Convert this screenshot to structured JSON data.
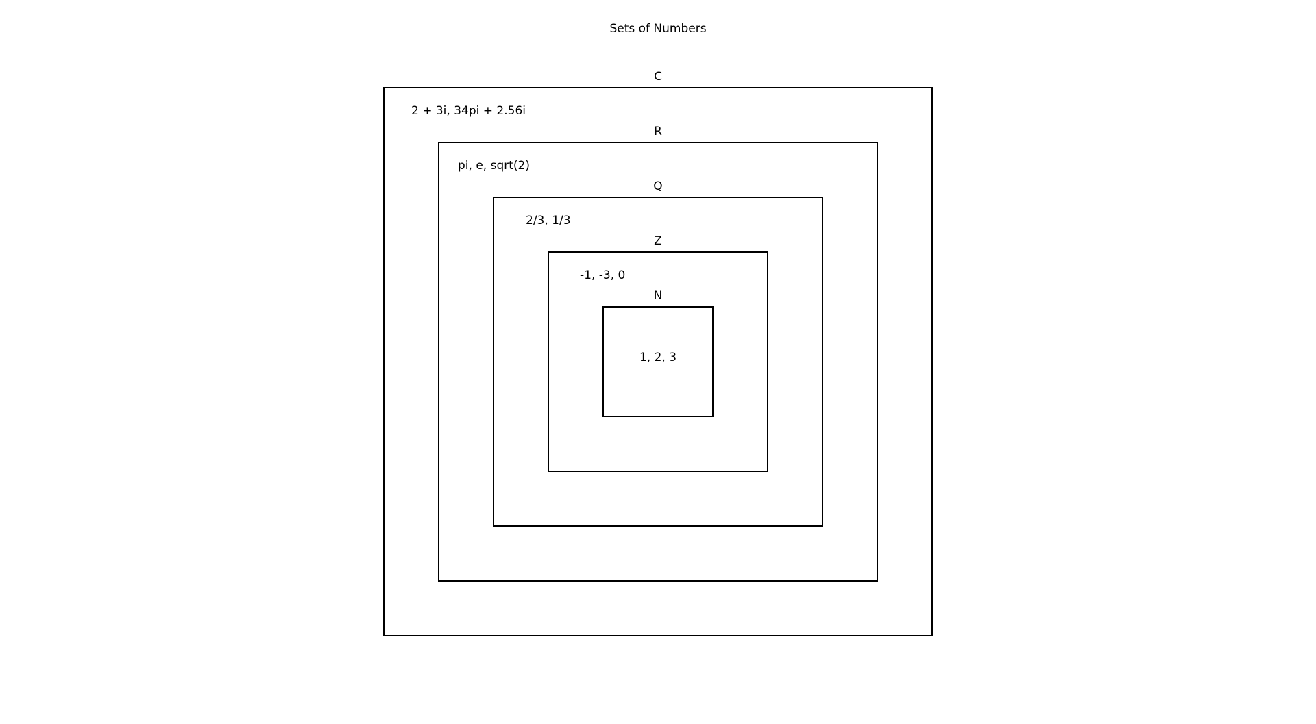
{
  "title": "Sets of Numbers",
  "sets": [
    {
      "name": "C",
      "examples": "2 + 3i, 34pi + 2.56i"
    },
    {
      "name": "R",
      "examples": "pi, e, sqrt(2)"
    },
    {
      "name": "Q",
      "examples": "2/3, 1/3"
    },
    {
      "name": "Z",
      "examples": "-1, -3, 0"
    },
    {
      "name": "N",
      "examples": "1, 2, 3"
    }
  ]
}
